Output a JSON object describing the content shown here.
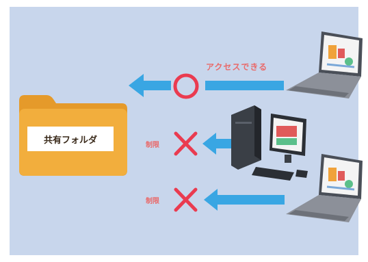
{
  "folder": {
    "label": "共有フォルダ"
  },
  "arrows": [
    {
      "text": "アクセスできる",
      "status": "allowed",
      "icon": "circle-icon"
    },
    {
      "text": "制限",
      "status": "denied",
      "icon": "cross-icon"
    },
    {
      "text": "制限",
      "status": "denied",
      "icon": "cross-icon"
    }
  ],
  "colors": {
    "background": "#c8d6ec",
    "arrow": "#39a6e3",
    "mark": "#ea3b50",
    "label": "#e96a6a",
    "folder": "#f2ae3d",
    "folder_back": "#e59a2a"
  }
}
